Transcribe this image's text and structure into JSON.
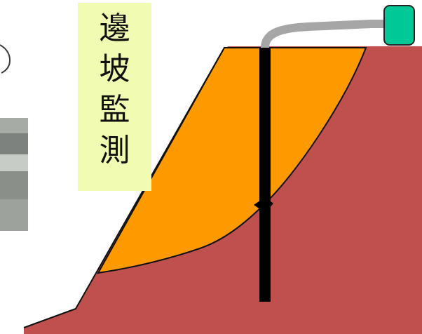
{
  "title": {
    "chars": [
      "邊",
      "坡",
      "監",
      "測"
    ]
  },
  "colors": {
    "ground": "#c0504d",
    "sliding_mass": "#ff9900",
    "sensor_rod": "#000000",
    "cable": "#a6a6a6",
    "logger": "#00c896",
    "title_background": "#f2fbb2",
    "photo": "#8f948f"
  },
  "icons": {
    "partial_arc": "curved-line",
    "photo": "photo-fragment"
  }
}
